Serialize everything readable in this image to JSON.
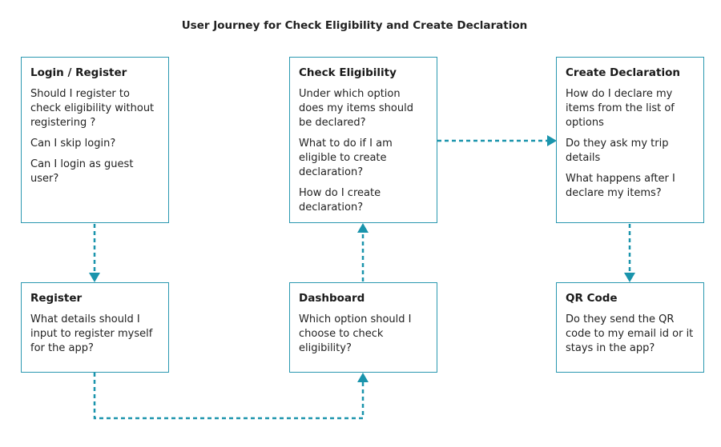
{
  "title": "User Journey for Check Eligibility and Create Declaration",
  "colors": {
    "border": "#2a98b0",
    "connector": "#1a94ac"
  },
  "boxes": {
    "login": {
      "heading": "Login / Register",
      "lines": [
        "Should I register to check eligibility without registering ?",
        "Can I skip login?",
        "Can I login as guest user?"
      ]
    },
    "check": {
      "heading": "Check Eligibility",
      "lines": [
        "Under which option does my items should be declared?",
        "What to do if I am eligible to create declaration?",
        "How do I create declaration?"
      ]
    },
    "create": {
      "heading": "Create Declaration",
      "lines": [
        "How do I declare my items from the list of options",
        "Do they ask my trip details",
        "What happens after I declare my items?"
      ]
    },
    "register": {
      "heading": "Register",
      "lines": [
        "What details should I input to register myself for the app?"
      ]
    },
    "dashboard": {
      "heading": "Dashboard",
      "lines": [
        "Which option should I choose to check eligibility?"
      ]
    },
    "qr": {
      "heading": "QR Code",
      "lines": [
        "Do they send the QR code to my email id or it stays in the app?"
      ]
    }
  }
}
